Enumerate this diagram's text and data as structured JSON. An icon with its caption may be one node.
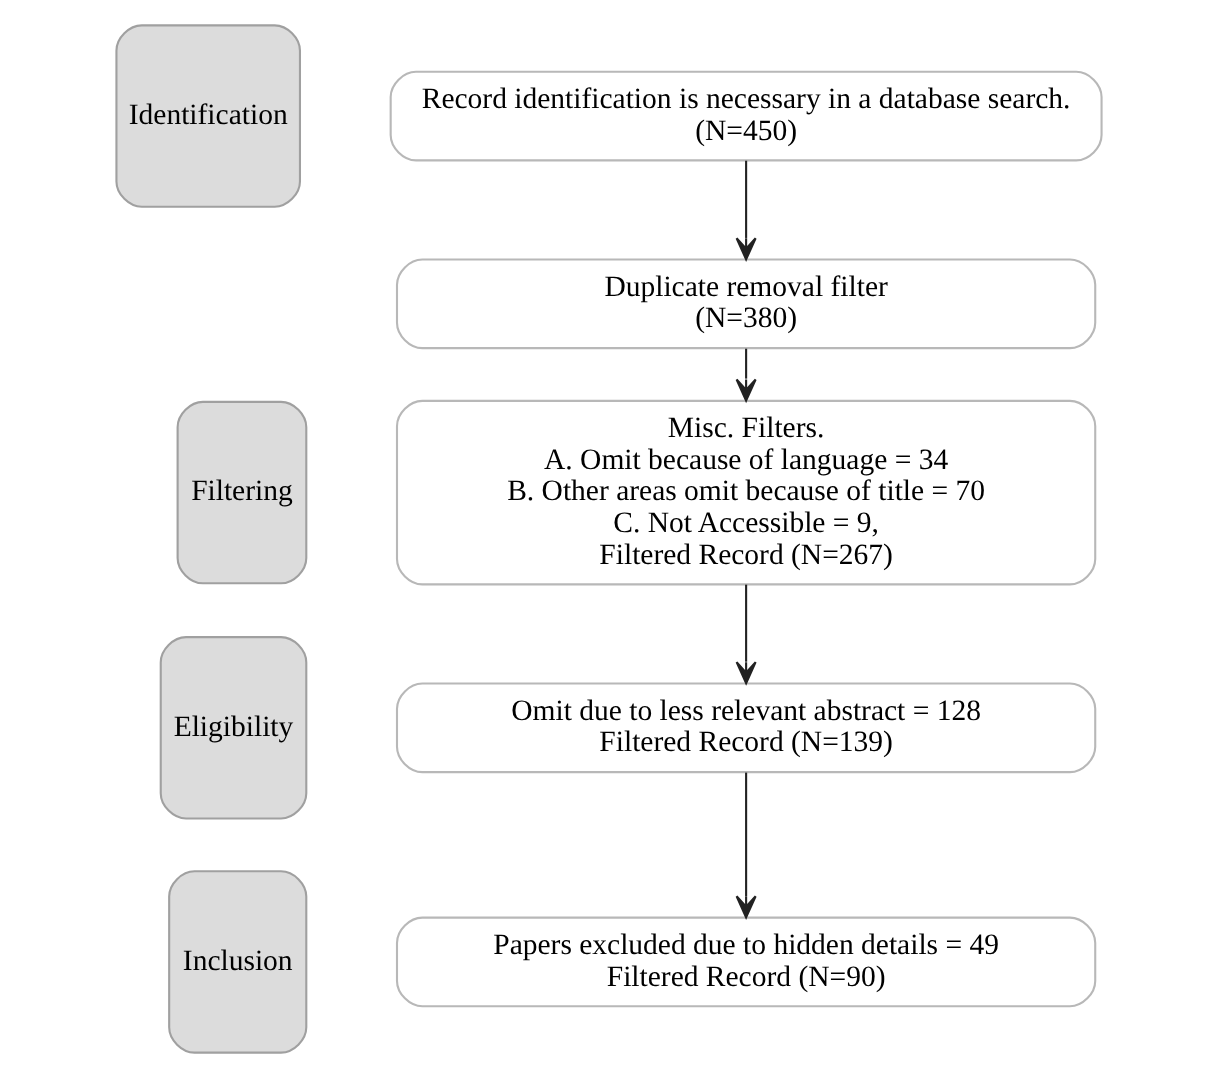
{
  "diagram": {
    "nodes": [
      {
        "text": [
          "Identification"
        ]
      },
      {
        "text": [
          "Record identification is necessary in a database search.",
          "(N=450)"
        ]
      },
      {
        "text": [
          "Duplicate removal filter",
          "(N=380)"
        ]
      },
      {
        "text": [
          "Filtering"
        ]
      },
      {
        "text": [
          "Misc. Filters.",
          "A. Omit because of language = 34",
          "B. Other areas omit because of title = 70",
          "C. Not Accessible = 9,",
          "Filtered Record (N=267)"
        ]
      },
      {
        "text": [
          "Eligibility"
        ]
      },
      {
        "text": [
          "Omit due to less relevant abstract = 128",
          "Filtered Record (N=139)"
        ]
      },
      {
        "text": [
          "Inclusion"
        ]
      },
      {
        "text": [
          "Papers excluded due to hidden details = 49",
          "Filtered Record (N=90)"
        ]
      }
    ],
    "edges": [
      {
        "from": 1,
        "to": 2,
        "arrow": "to"
      },
      {
        "from": 2,
        "to": 4,
        "arrow": "to"
      },
      {
        "from": 4,
        "to": 6,
        "arrow": "to"
      },
      {
        "from": 6,
        "to": 8,
        "arrow": "to"
      }
    ]
  }
}
